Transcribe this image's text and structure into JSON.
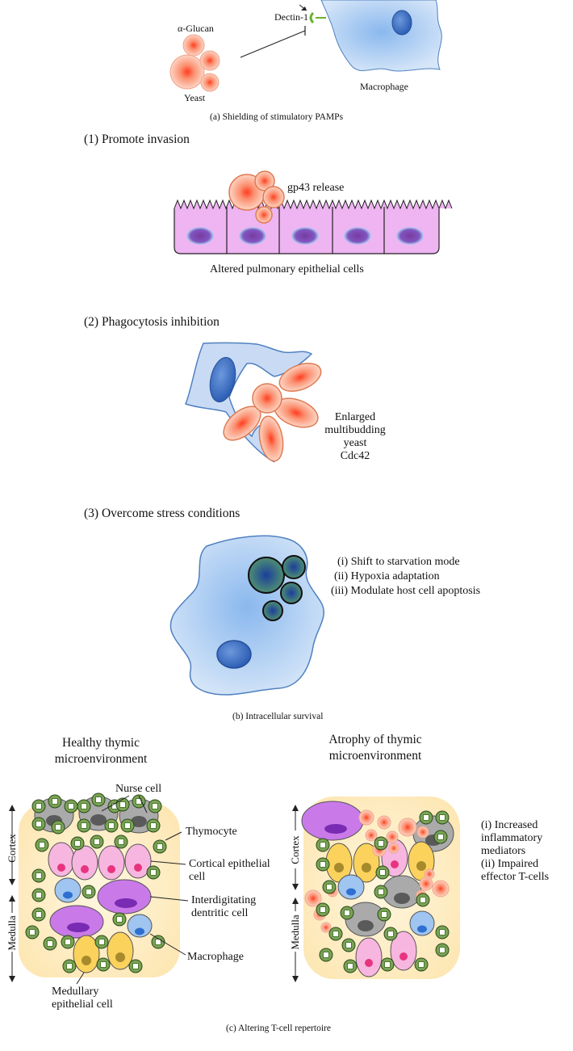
{
  "panel_a": {
    "alpha_glucan": "α-Glucan",
    "yeast": "Yeast",
    "dectin": "Dectin-1",
    "macrophage": "Macrophage",
    "caption": "(a)  Shielding of stimulatory PAMPs"
  },
  "panel_b": {
    "step1": "(1) Promote invasion",
    "gp43": "gp43 release",
    "epithelial": "Altered pulmonary epithelial cells",
    "step2": "(2) Phagocytosis inhibition",
    "enlarged": "Enlarged\nmultibudding yeast\nCdc42",
    "step3": "(3) Overcome stress conditions",
    "list": [
      "(i) Shift to starvation mode",
      "(ii) Hypoxia adaptation",
      "(iii) Modulate host cell apoptosis"
    ],
    "caption": "(b)  Intracellular survival"
  },
  "panel_c": {
    "healthy_title": "Healthy thymic\nmicroenvironment",
    "atrophy_title": "Atrophy of thymic\nmicroenvironment",
    "nurse_cell": "Nurse cell",
    "thymocyte": "Thymocyte",
    "cortical": "Cortical epithelial\ncell",
    "interdigitating": "Interdigitating\ndentritic cell",
    "macrophage": "Macrophage",
    "medullary": "Medullary\nepithelial cell",
    "cortex": "Cortex",
    "medulla": "Medulla",
    "effects": "(i) Increased\n     inflammatory\n     mediators\n(ii) Impaired\n     effector T-cells",
    "caption": "(c)  Altering T-cell repertoire"
  }
}
